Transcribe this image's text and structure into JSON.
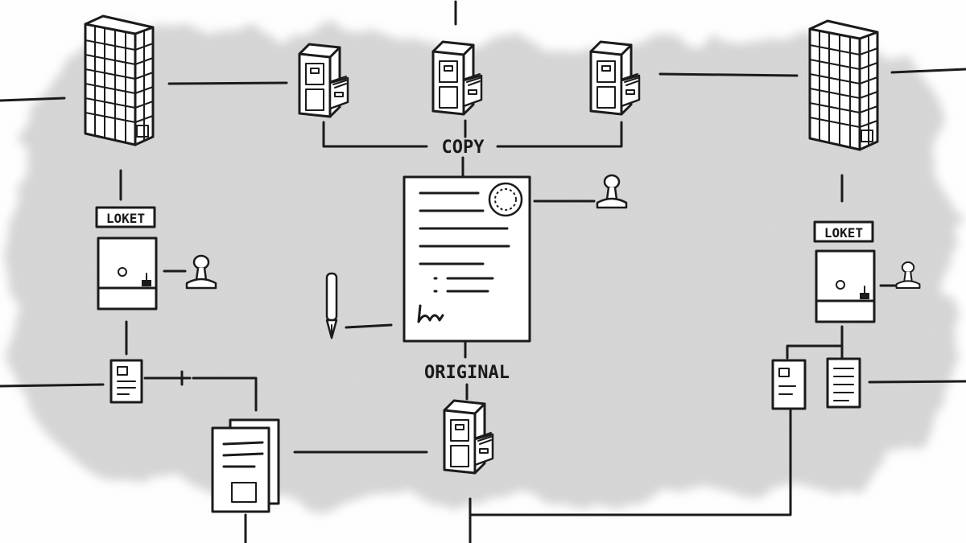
{
  "labels": {
    "copy": "COPY",
    "original": "ORIGINAL",
    "loket_left": "LOKET",
    "loket_right": "LOKET"
  },
  "icons": {
    "building": "office-building-icon",
    "cabinet": "filing-cabinet-icon",
    "stamp": "rubber-stamp-icon",
    "pen": "fountain-pen-icon",
    "document": "document-icon",
    "counter": "service-counter-window-icon"
  },
  "colors": {
    "ink": "#1b1b1b",
    "wash": "#d9d9d9",
    "paper": "#ffffff"
  }
}
